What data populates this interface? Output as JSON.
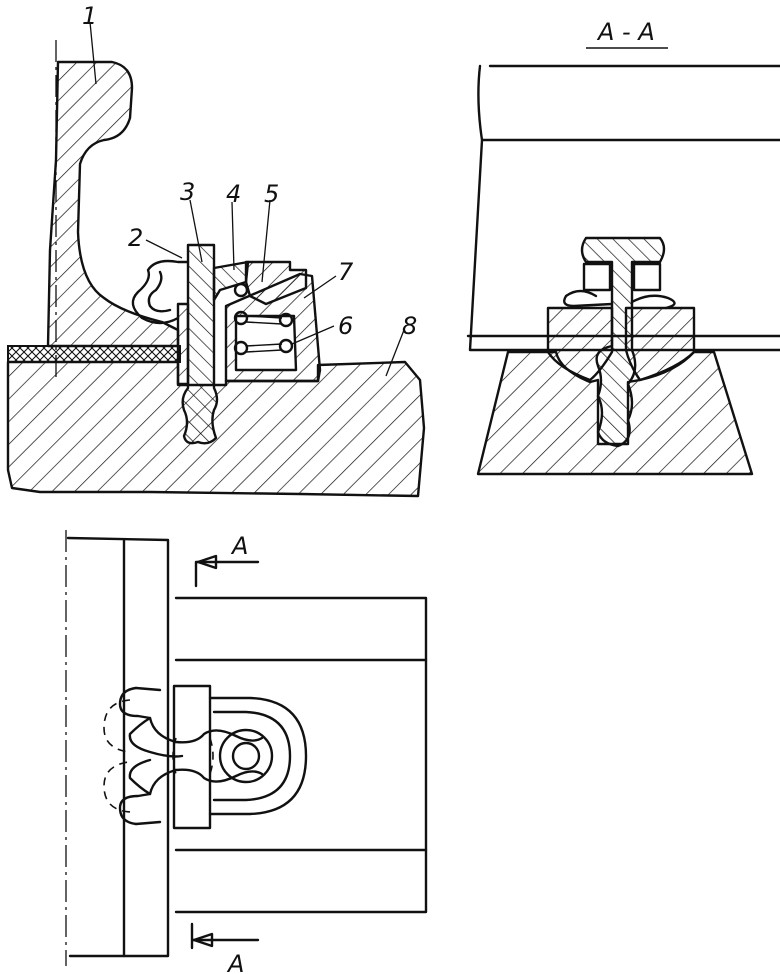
{
  "title": "",
  "labels": {
    "n1": "1",
    "n2": "2",
    "n3": "3",
    "n4": "4",
    "n5": "5",
    "n6": "6",
    "n7": "7",
    "n8": "8"
  },
  "section": {
    "title": "A - A",
    "marker_top": "A",
    "marker_bottom": "A"
  },
  "colors": {
    "line": "#111111",
    "background": "#ffffff"
  }
}
